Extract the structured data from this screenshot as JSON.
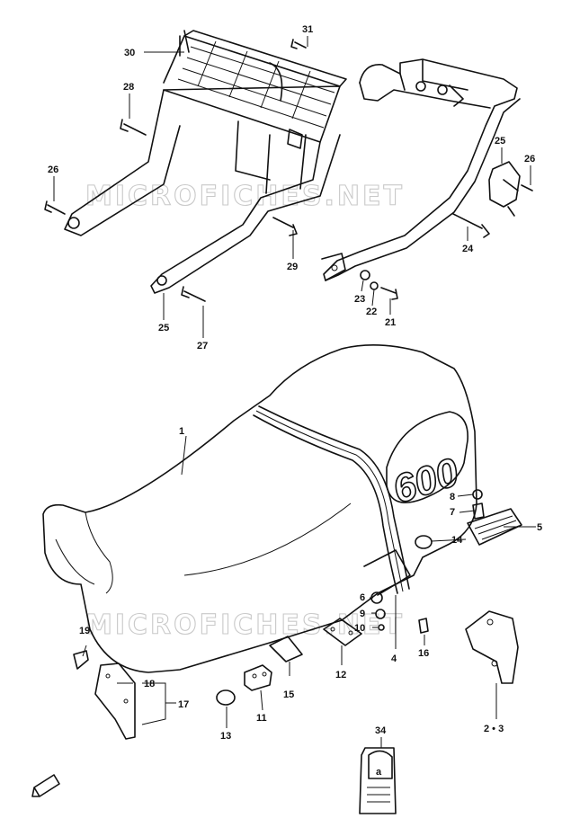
{
  "watermark": "MICROFICHES.NET",
  "seat_badge": "600",
  "label_icon_text": "a",
  "callouts": {
    "c1": "1",
    "c5": "5",
    "c6": "6",
    "c7": "7",
    "c8": "8",
    "c9": "9",
    "c10": "10",
    "c11": "11",
    "c12": "12",
    "c13": "13",
    "c14": "14",
    "c15": "15",
    "c16": "16",
    "c17": "17",
    "c18": "18",
    "c19": "19",
    "c21": "21",
    "c22": "22",
    "c23": "23",
    "c24": "24",
    "c25a": "25",
    "c25b": "25",
    "c26a": "26",
    "c26b": "26",
    "c27": "27",
    "c28": "28",
    "c29": "29",
    "c30": "30",
    "c31": "31",
    "c34": "34",
    "c23b": "2 • 3",
    "c4": "4"
  }
}
